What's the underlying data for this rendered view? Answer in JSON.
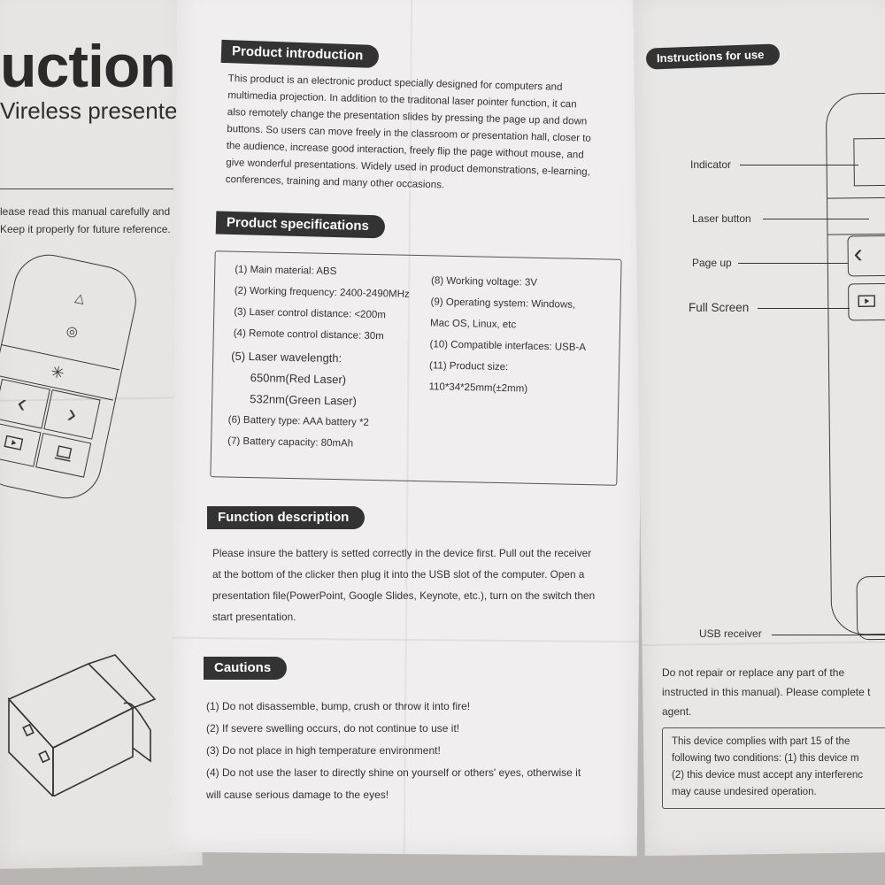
{
  "left": {
    "title_fragment": "uction",
    "subtitle_fragment": "Vireless presenter",
    "note_line1": "lease read this manual carefully and",
    "note_line2": "Keep it properly for future reference."
  },
  "middle": {
    "intro": {
      "heading": "Product introduction",
      "lines": [
        "This product is an electronic product specially designed for computers and",
        "multimedia projection. In addition to the traditonal laser pointer function, it can",
        "also remotely change the presentation slides by pressing the page up and down",
        "buttons. So users can move freely in the classroom or presentation hall, closer to",
        "the audience, increase good interaction, freely flip the page without mouse, and",
        "give wonderful presentations. Widely used in product demonstrations, e-learning,",
        "conferences, training and many other occasions."
      ]
    },
    "specs": {
      "heading": "Product specifications",
      "left_col": [
        "(1) Main material: ABS",
        "(2) Working frequency: 2400-2490MHz",
        "(3) Laser control distance: <200m",
        "(4) Remote control distance: 30m",
        "(5) Laser wavelength:",
        "650nm(Red Laser)",
        "532nm(Green Laser)",
        "(6) Battery type: AAA battery *2",
        "(7) Battery capacity: 80mAh"
      ],
      "right_col": [
        "(8) Working voltage: 3V",
        "(9) Operating system: Windows,",
        "Mac OS, Linux, etc",
        "(10) Compatible interfaces: USB-A",
        "(11) Product size:",
        "110*34*25mm(±2mm)"
      ]
    },
    "function": {
      "heading": "Function description",
      "lines": [
        "Please insure the battery is setted correctly in the device first. Pull out the receiver",
        "at the bottom of the clicker then plug it into the USB slot of the computer. Open a",
        "presentation file(PowerPoint, Google Slides, Keynote, etc.), turn on the switch then",
        "start presentation."
      ]
    },
    "cautions": {
      "heading": "Cautions",
      "lines": [
        "(1) Do not disassemble, bump, crush or throw it into fire!",
        "(2) If severe swelling occurs, do not continue to use it!",
        "(3) Do not place in high temperature environment!",
        "(4) Do not use the laser to directly shine on yourself or others'   eyes, otherwise it",
        "will cause serious damage to the eyes!"
      ]
    }
  },
  "right": {
    "heading": "Instructions for use",
    "labels": {
      "indicator": "Indicator",
      "laser_button": "Laser button",
      "page_up": "Page up",
      "full_screen": "Full Screen",
      "usb_receiver": "USB receiver"
    },
    "repair_lines": [
      "Do not repair or replace any part of the",
      "instructed in this manual). Please complete t",
      "agent."
    ],
    "fcc_lines": [
      "This device complies with part 15 of the",
      "following two conditions: (1) this device m",
      "(2) this device must accept any interferenc",
      "may cause undesired operation."
    ]
  },
  "icons": {
    "triangle": "△",
    "circle": "◎",
    "laser": "✳",
    "prev": "‹",
    "next": "›"
  },
  "colors": {
    "paper": "#edeaea",
    "background": "#b9b5b3",
    "ink": "#2b2b2b",
    "pill": "#333333"
  }
}
